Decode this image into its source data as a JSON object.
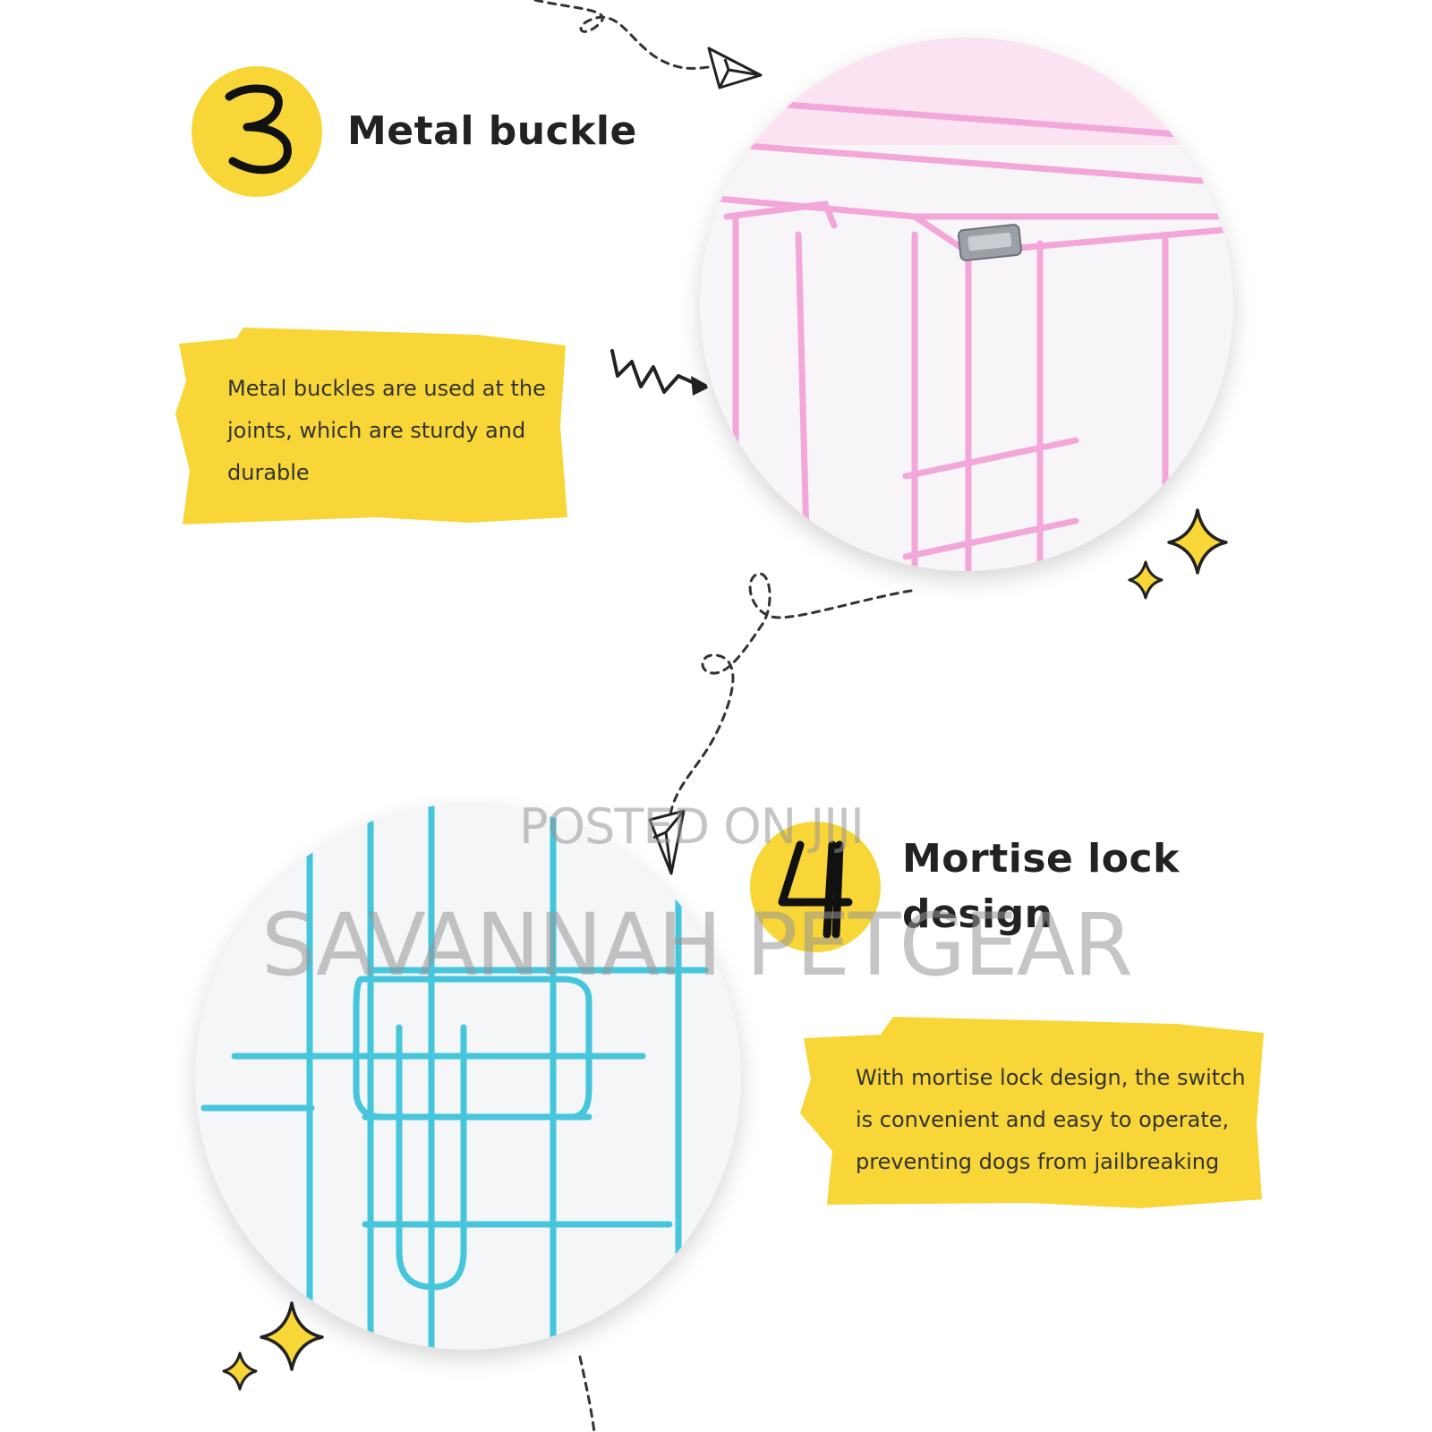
{
  "sections": [
    {
      "number": "3",
      "title": "Metal buckle",
      "description_lines": [
        "Metal buckles are used at the",
        "joints, which are sturdy and",
        "durable"
      ],
      "photo_color": "#f3a6d8"
    },
    {
      "number": "4",
      "title_lines": [
        "Mortise lock",
        "design"
      ],
      "description_lines": [
        "With mortise lock design, the switch",
        "is convenient and easy to operate,",
        "preventing dogs from jailbreaking"
      ],
      "photo_color": "#45c6dc"
    }
  ],
  "watermark": {
    "line1": "POSTED ON JIJI",
    "line2": "SAVANNAH PETGEAR"
  },
  "colors": {
    "accent_yellow": "#f8d637",
    "badge_yellow": "#f8d637",
    "text_dark": "#222222",
    "wire_pink": "#f3a6d8",
    "wire_blue": "#45c6dc"
  },
  "icons": [
    "paper-plane-icon",
    "sparkle-icon",
    "squiggle-arrow-icon",
    "dashed-path-icon"
  ]
}
